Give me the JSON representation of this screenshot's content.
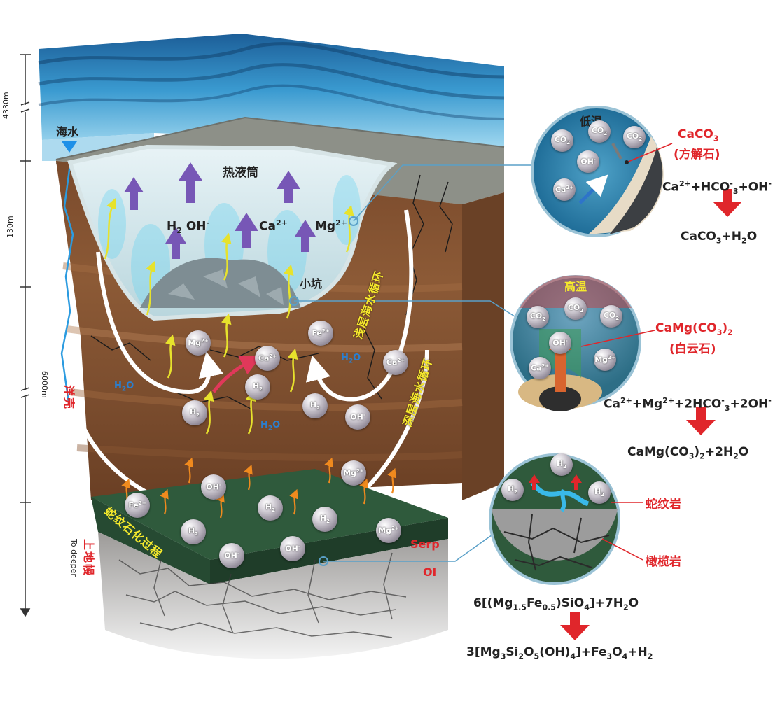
{
  "scale_bar": {
    "depth_4330": "4330m",
    "depth_130": "130m",
    "depth_6000": "6000m",
    "to_deeper": "To deeper"
  },
  "labels": {
    "seawater": "海水",
    "hydrothermal_tube": "热液筒",
    "pit": "小坑",
    "shallow_circulation": "浅层海水循环",
    "deep_circulation": "深层海水循环",
    "oceanic_crust": "洋壳",
    "upper_mantle": "上地幔",
    "serpentinization": "蛇纹石化过程",
    "serp": "Serp",
    "ol": "Ol"
  },
  "tube_species": {
    "h2": "H",
    "h2_sub": "2",
    "oh": "OH",
    "oh_sup": "-",
    "ca": "Ca",
    "ca_sup": "2+",
    "mg": "Mg",
    "mg_sup": "2+"
  },
  "water_label": {
    "h": "H",
    "sub": "2",
    "o": "O"
  },
  "molecules": {
    "mg": {
      "base": "Mg",
      "sup": "2+"
    },
    "fe": {
      "base": "Fe",
      "sup": "2+"
    },
    "ca": {
      "base": "Ca",
      "sup": "2+"
    },
    "h2": {
      "base": "H",
      "sub": "2"
    },
    "oh": {
      "base": "OH",
      "sup": "-"
    },
    "co2": {
      "base": "CO",
      "sub": "2"
    }
  },
  "panel_low": {
    "title": "低温",
    "mineral_formula": {
      "base": "CaCO",
      "sub": "3"
    },
    "mineral_name": "(方解石)",
    "eq_reactants": {
      "ca": "Ca",
      "ca_sup": "2+",
      "hco": "+HCO",
      "hco_sup": "-",
      "hco_sub": "3",
      "oh": "+OH",
      "oh_sup": "-"
    },
    "eq_products": {
      "a": "CaCO",
      "a_sub": "3",
      "b": "+H",
      "b_sub": "2",
      "c": "O"
    }
  },
  "panel_high": {
    "title": "高温",
    "mineral_formula": {
      "a": "CaMg(CO",
      "sub": "3",
      "b": ")",
      "sub2": "2"
    },
    "mineral_name": "(白云石)",
    "eq_reactants": {
      "ca": "Ca",
      "ca_sup": "2+",
      "mg": "+Mg",
      "mg_sup": "2+",
      "hco": "+2HCO",
      "hco_sup": "-",
      "hco_sub": "3",
      "oh": "+2OH",
      "oh_sup": "-"
    },
    "eq_products": {
      "a": "CaMg(CO",
      "a_sub": "3",
      "b": ")",
      "b_sub": "2",
      "c": "+2H",
      "c_sub": "2",
      "d": "O"
    }
  },
  "panel_serp": {
    "serpentinite": "蛇纹岩",
    "peridotite": "橄榄岩",
    "eq_reactants": {
      "a": "6[(Mg",
      "a_sub": "1.5",
      "b": "Fe",
      "b_sub": "0.5",
      "c": ")SiO",
      "c_sub": "4",
      "d": "]+7H",
      "d_sub": "2",
      "e": "O"
    },
    "eq_products": {
      "a": "3[Mg",
      "a_sub": "3",
      "b": "Si",
      "b_sub": "2",
      "c": "O",
      "c_sub": "5",
      "d": "(OH)",
      "d_sub": "4",
      "e": "]+Fe",
      "e_sub": "3",
      "f": "O",
      "f_sub": "4",
      "g": "+H",
      "g_sub": "2"
    }
  },
  "colors": {
    "accent_red": "#e0262b",
    "label_yellow": "#f6ea2c",
    "water_blue": "#2a7fd0",
    "serp_green": "#2f5a3c"
  }
}
